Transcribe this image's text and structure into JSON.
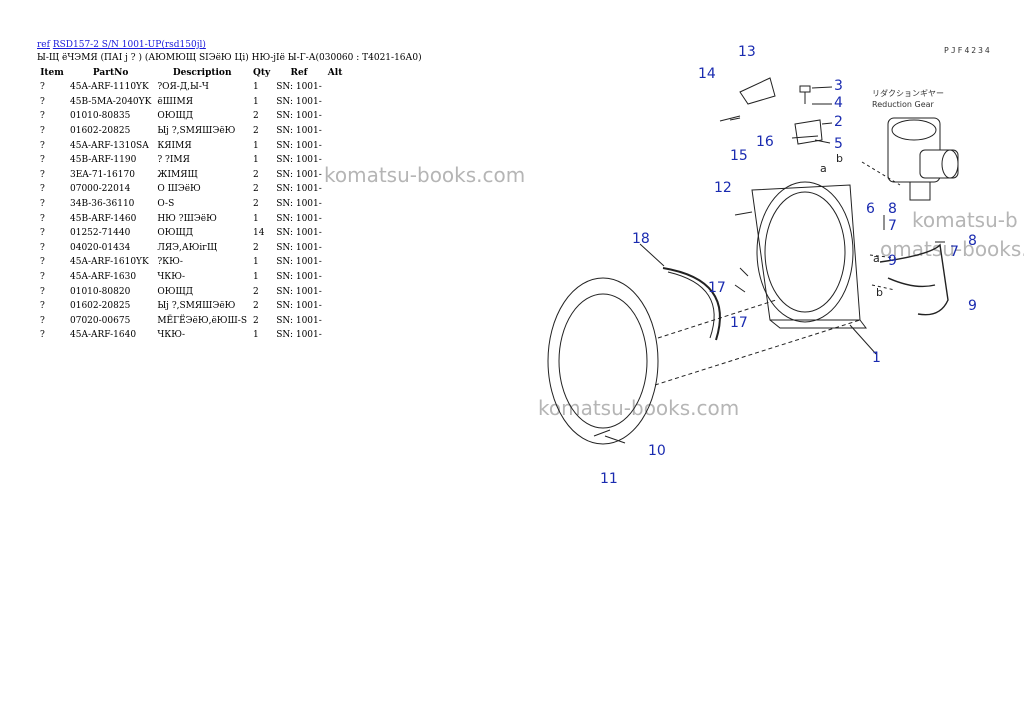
{
  "header": {
    "ref_link": "ref",
    "model_link": "RSD157-2 S/N 1001-UP(rsd150jl)",
    "subtitle": "Ы-Щ ёЧЭМЯ (ПАІ ј ? ) (АЮМЮЩ SIЭёЮ Ці) НЮ-јІё Ы-Г-А(030060 : Т4021-16А0)"
  },
  "table": {
    "columns": [
      "Item",
      "PartNo",
      "Description",
      "Qty",
      "Ref",
      "Alt"
    ],
    "rows": [
      {
        "item": "?",
        "part": "45A-ARF-1110YK",
        "desc": "?ОЯ-Д,Ы-Ч",
        "qty": "1",
        "ref": "SN: 1001-"
      },
      {
        "item": "?",
        "part": "45B-5MA-2040YK",
        "desc": "ёШІМЯ",
        "qty": "1",
        "ref": "SN: 1001-"
      },
      {
        "item": "?",
        "part": "01010-80835",
        "desc": "ОЮЩД",
        "qty": "2",
        "ref": "SN: 1001-"
      },
      {
        "item": "?",
        "part": "01602-20825",
        "desc": "Ыј ?,SМЯШЭёЮ",
        "qty": "2",
        "ref": "SN: 1001-"
      },
      {
        "item": "?",
        "part": "45A-ARF-1310SA",
        "desc": "КЯІМЯ",
        "qty": "1",
        "ref": "SN: 1001-"
      },
      {
        "item": "?",
        "part": "45B-ARF-1190",
        "desc": "? ?ІМЯ",
        "qty": "1",
        "ref": "SN: 1001-"
      },
      {
        "item": "?",
        "part": "3EA-71-16170",
        "desc": "ЖІМЯЩ",
        "qty": "2",
        "ref": "SN: 1001-"
      },
      {
        "item": "?",
        "part": "07000-22014",
        "desc": "О ШЭёЮ",
        "qty": "2",
        "ref": "SN: 1001-"
      },
      {
        "item": "?",
        "part": "34B-36-36110",
        "desc": "O-S",
        "qty": "2",
        "ref": "SN: 1001-"
      },
      {
        "item": "?",
        "part": "45B-ARF-1460",
        "desc": "НЮ ?ШЭёЮ",
        "qty": "1",
        "ref": "SN: 1001-"
      },
      {
        "item": "?",
        "part": "01252-71440",
        "desc": "ОЮЩД",
        "qty": "14",
        "ref": "SN: 1001-"
      },
      {
        "item": "?",
        "part": "04020-01434",
        "desc": "ЛЯЭ,АЮігЩ",
        "qty": "2",
        "ref": "SN: 1001-"
      },
      {
        "item": "?",
        "part": "45A-ARF-1610YK",
        "desc": "?КЮ-",
        "qty": "1",
        "ref": "SN: 1001-"
      },
      {
        "item": "?",
        "part": "45A-ARF-1630",
        "desc": "ЧКЮ-",
        "qty": "1",
        "ref": "SN: 1001-"
      },
      {
        "item": "?",
        "part": "01010-80820",
        "desc": "ОЮЩД",
        "qty": "2",
        "ref": "SN: 1001-"
      },
      {
        "item": "?",
        "part": "01602-20825",
        "desc": "Ыј ?,SМЯШЭёЮ",
        "qty": "2",
        "ref": "SN: 1001-"
      },
      {
        "item": "?",
        "part": "07020-00675",
        "desc": "МЁГЁЭёЮ,ёЮШ-S",
        "qty": "2",
        "ref": "SN: 1001-"
      },
      {
        "item": "?",
        "part": "45A-ARF-1640",
        "desc": "ЧКЮ-",
        "qty": "1",
        "ref": "SN: 1001-"
      }
    ]
  },
  "diagram": {
    "code": "PJF4234",
    "note_jp": "リダクションギヤー",
    "note_en": "Reduction Gear",
    "callouts": [
      "1",
      "2",
      "3",
      "4",
      "5",
      "6",
      "7",
      "7",
      "8",
      "8",
      "9",
      "9",
      "10",
      "11",
      "12",
      "13",
      "14",
      "15",
      "16",
      "17",
      "17",
      "18"
    ],
    "letters": [
      "a",
      "b",
      "a",
      "b"
    ]
  },
  "watermarks": [
    "komatsu-books.com",
    "komatsu-books.com",
    "komatsu-b",
    "omatsu-books."
  ]
}
